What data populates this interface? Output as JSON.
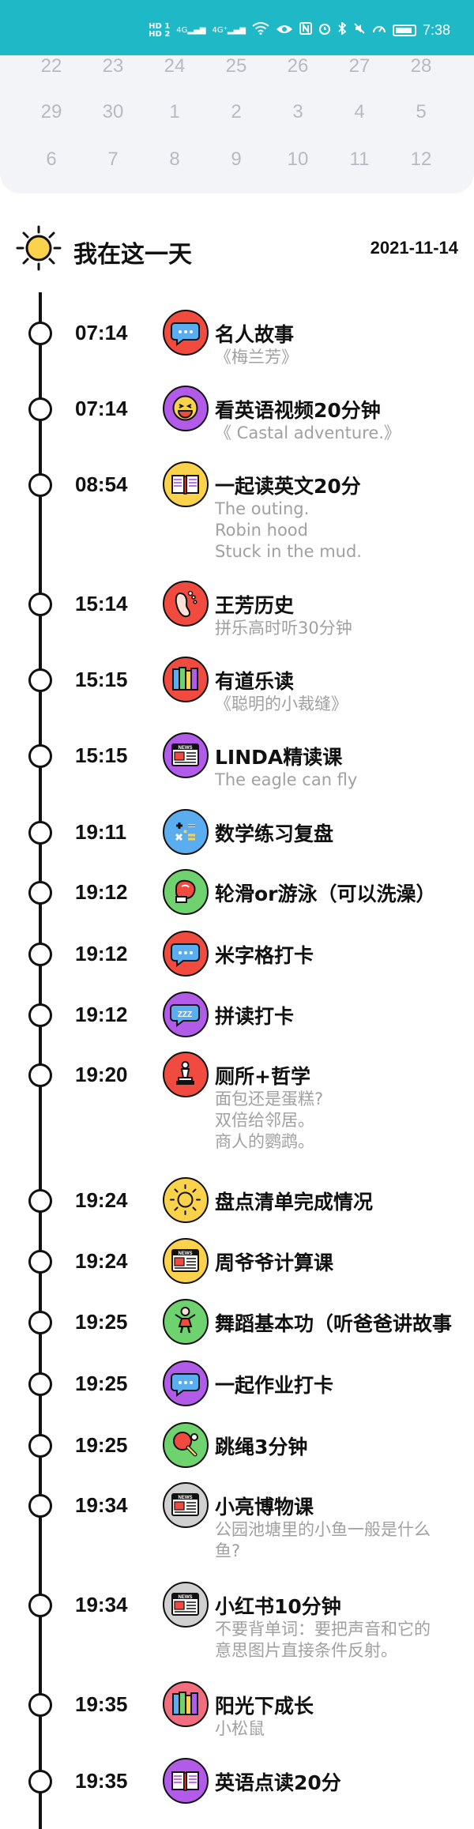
{
  "status_bar": {
    "network_1": "HD 1",
    "network_2": "HD 2",
    "sig_1": "4G",
    "sig_2": "4G⁺",
    "time": "7:38"
  },
  "calendar": {
    "rows": [
      [
        "22",
        "23",
        "24",
        "25",
        "26",
        "27",
        "28"
      ],
      [
        "29",
        "30",
        "1",
        "2",
        "3",
        "4",
        "5"
      ],
      [
        "6",
        "7",
        "8",
        "9",
        "10",
        "11",
        "12"
      ]
    ]
  },
  "header": {
    "title": "我在这一天",
    "date": "2021-11-14",
    "icon": "sun-icon"
  },
  "colors": {
    "status_bar": "#1eb8c6",
    "calendar_bg": "#f3f4f7",
    "icon_red": "#f04b3e",
    "icon_purple": "#b25be8",
    "icon_yellow": "#fbd24c",
    "icon_blue": "#5aaef0",
    "icon_green": "#6ed36e",
    "icon_gray": "#d0d0d0",
    "icon_pink": "#f26d7d"
  },
  "entries": [
    {
      "time": "07:14",
      "title": "名人故事",
      "sub": [
        "《梅兰芳》"
      ],
      "icon": "chat-bubble-icon",
      "color": "#f04b3e"
    },
    {
      "time": "07:14",
      "title": "看英语视频20分钟",
      "sub": [
        "《 Castal adventure.》"
      ],
      "icon": "laughing-face-icon",
      "color": "#b25be8"
    },
    {
      "time": "08:54",
      "title": "一起读英文20分",
      "sub": [
        "The outing.",
        "Robin hood",
        "Stuck in the mud."
      ],
      "icon": "open-book-icon",
      "color": "#fbd24c"
    },
    {
      "time": "15:14",
      "title": "王芳历史",
      "sub": [
        "拼乐高时听30分钟"
      ],
      "icon": "footprint-icon",
      "color": "#f04b3e"
    },
    {
      "time": "15:15",
      "title": "有道乐读",
      "sub": [
        "《聪明的小裁缝》"
      ],
      "icon": "books-icon",
      "color": "#f04b3e"
    },
    {
      "time": "15:15",
      "title": "LINDA精读课",
      "sub": [
        "The eagle can fly"
      ],
      "icon": "newspaper-icon",
      "color": "#b25be8"
    },
    {
      "time": "19:11",
      "title": "数学练习复盘",
      "sub": [],
      "icon": "math-symbols-icon",
      "color": "#5aaef0"
    },
    {
      "time": "19:12",
      "title": "轮滑or游泳（可以洗澡）",
      "sub": [],
      "icon": "boxing-glove-icon",
      "color": "#6ed36e"
    },
    {
      "time": "19:12",
      "title": "米字格打卡",
      "sub": [],
      "icon": "chat-bubble-icon",
      "color": "#f04b3e"
    },
    {
      "time": "19:12",
      "title": "拼读打卡",
      "sub": [],
      "icon": "sleep-bubble-icon",
      "color": "#b25be8"
    },
    {
      "time": "19:20",
      "title": "厕所+哲学",
      "sub": [
        "面包还是蛋糕?",
        "双倍给邻居。",
        "商人的鹦鹉。"
      ],
      "icon": "chess-piece-icon",
      "color": "#f04b3e"
    },
    {
      "time": "19:24",
      "title": "盘点清单完成情况",
      "sub": [],
      "icon": "sun-icon",
      "color": "#fbd24c"
    },
    {
      "time": "19:24",
      "title": "周爷爷计算课",
      "sub": [],
      "icon": "newspaper-icon",
      "color": "#fbd24c"
    },
    {
      "time": "19:25",
      "title": "舞蹈基本功（听爸爸讲故事",
      "sub": [],
      "icon": "dancer-icon",
      "color": "#6ed36e"
    },
    {
      "time": "19:25",
      "title": "一起作业打卡",
      "sub": [],
      "icon": "chat-bubble-icon",
      "color": "#b25be8"
    },
    {
      "time": "19:25",
      "title": "跳绳3分钟",
      "sub": [],
      "icon": "ping-pong-icon",
      "color": "#6ed36e"
    },
    {
      "time": "19:34",
      "title": "小亮博物课",
      "sub": [
        "公园池塘里的小鱼一般是什么",
        "鱼?"
      ],
      "icon": "newspaper-icon",
      "color": "#d0d0d0"
    },
    {
      "time": "19:34",
      "title": "小红书10分钟",
      "sub": [
        "不要背单词：要把声音和它的",
        "意思图片直接条件反射。"
      ],
      "icon": "newspaper-icon",
      "color": "#d0d0d0"
    },
    {
      "time": "19:35",
      "title": "阳光下成长",
      "sub": [
        "小松鼠"
      ],
      "icon": "books-icon",
      "color": "#f26d7d"
    },
    {
      "time": "19:35",
      "title": "英语点读20分",
      "sub": [],
      "icon": "open-book-icon",
      "color": "#b25be8"
    }
  ]
}
